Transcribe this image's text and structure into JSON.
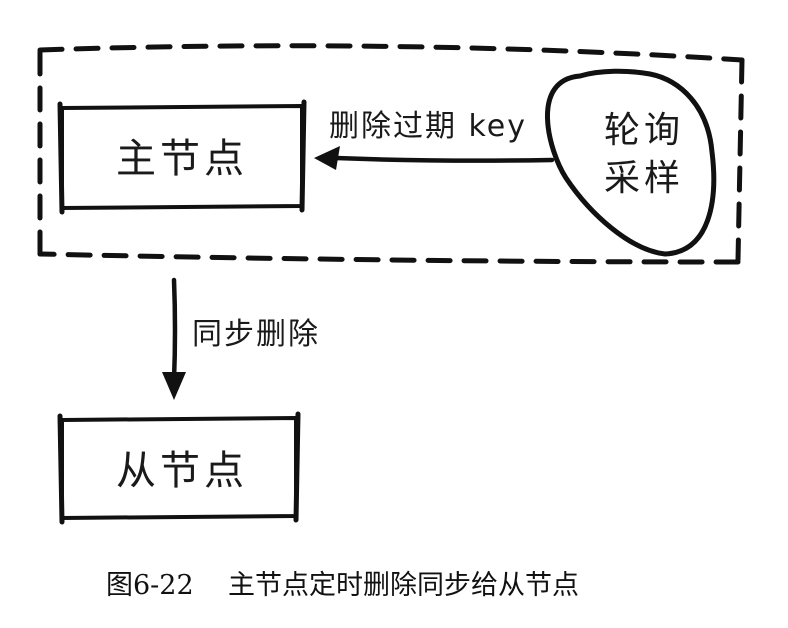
{
  "nodes": {
    "master": {
      "label": "主节点"
    },
    "slave": {
      "label": "从节点"
    },
    "polling": {
      "line1": "轮询",
      "line2": "采样"
    }
  },
  "edges": {
    "expire": {
      "label": "删除过期 key"
    },
    "sync": {
      "label": "同步删除"
    }
  },
  "caption": {
    "figure_number": "图6-22",
    "text": "主节点定时删除同步给从节点"
  }
}
